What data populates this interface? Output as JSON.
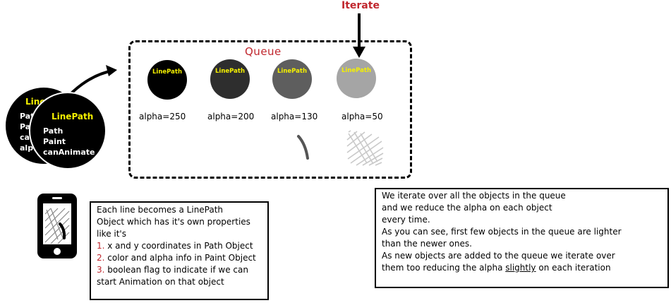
{
  "iterate_label": "Iterate",
  "queue": {
    "title": "Queue",
    "items": [
      {
        "label": "LinePath",
        "alpha_text": "alpha=250",
        "fill": "#000000"
      },
      {
        "label": "LinePath",
        "alpha_text": "alpha=200",
        "fill": "#2e2e2e"
      },
      {
        "label": "LinePath",
        "alpha_text": "alpha=130",
        "fill": "#5e5e5e"
      },
      {
        "label": "LinePath",
        "alpha_text": "alpha=50",
        "fill": "#a5a5a5"
      }
    ]
  },
  "line_path_objects": {
    "back": {
      "title": "LinePath",
      "fields": [
        "Path",
        "Paint",
        "canAnimate",
        "alpha"
      ]
    },
    "front": {
      "title": "LinePath",
      "fields": [
        "Path",
        "Paint",
        "canAnimate"
      ]
    }
  },
  "left_note": {
    "intro": [
      "Each line becomes a LinePath",
      "Object which has it's own properties",
      "like it's"
    ],
    "items": [
      {
        "num": "1.",
        "text": " x and y coordinates in Path Object"
      },
      {
        "num": "2.",
        "text": " color and alpha info in Paint Object"
      },
      {
        "num": "3.",
        "text": " boolean flag to indicate if we can"
      }
    ],
    "last_line": "start Animation on that object"
  },
  "right_note": {
    "lines": [
      "We iterate over all the objects in the queue",
      "and we reduce the alpha on each object",
      "every time.",
      "As you can see, first few  objects in the queue are lighter",
      "than the newer ones.",
      "As new objects are added to the queue we iterate over"
    ],
    "last_before": "them too  reducing the alpha ",
    "last_underlined": "slightly",
    "last_after": " on each iteration"
  },
  "colors": {
    "accent_red": "#c0262d",
    "label_yellow": "#f4f000"
  }
}
